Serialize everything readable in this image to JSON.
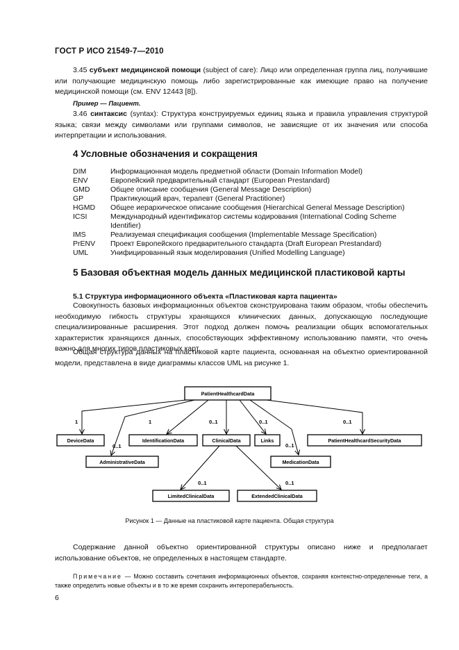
{
  "header": {
    "standard": "ГОСТ Р ИСО 21549-7—2010"
  },
  "s345": {
    "num": "3.45",
    "term": "субъект медицинской помощи",
    "eng": "(subject of care):",
    "body": " Лицо или определенная группа лиц, получившие или получающие медицинскую помощь либо зарегистрированные как имеющие право на получение медицинской помощи (см. ENV 12443 [8])."
  },
  "example": "Пример — Пациент.",
  "s346": {
    "num": "3.46",
    "term": "синтаксис",
    "eng": "(syntax):",
    "body": " Структура конструируемых единиц языка и правила управления структурой языка; связи между символами или группами символов, не зависящие от их значения или способа интерпретации и использования."
  },
  "section4": {
    "title": "4  Условные обозначения и сокращения"
  },
  "abbreviations": [
    {
      "k": "DIM",
      "v": "Информационная модель предметной области (Domain Information Model)"
    },
    {
      "k": "ENV",
      "v": "Европейский предварительный стандарт (European Prestandard)"
    },
    {
      "k": "GMD",
      "v": "Общее описание сообщения (General Message Description)"
    },
    {
      "k": "GP",
      "v": "Практикующий врач, терапевт (General Practitioner)"
    },
    {
      "k": "HGMD",
      "v": "Общее иерархическое описание сообщения (Hierarchical General Message Description)"
    },
    {
      "k": "ICSI",
      "v": "Международный идентификатор системы кодирования (International Coding Scheme Identifier)"
    },
    {
      "k": "IMS",
      "v": "Реализуемая спецификация сообщения (Implementable Message Specification)"
    },
    {
      "k": "PrENV",
      "v": "Проект Европейского предварительного стандарта (Draft European Prestandard)"
    },
    {
      "k": "UML",
      "v": "Унифицированный язык моделирования (Unified Modelling Language)"
    }
  ],
  "section5": {
    "title": "5  Базовая объектная модель данных медицинской пластиковой карты"
  },
  "section51": {
    "title": "5.1  Структура информационного объекта «Пластиковая карта пациента»"
  },
  "p1": "Совокупность базовых информационных объектов сконструирована таким образом, чтобы обеспечить необходимую гибкость структуры хранящихся клинических данных, допускающую последующие специализированные расширения. Этот подход должен помочь реализации общих вспомогательных характеристик хранящихся данных, способствующих эффективному использованию памяти, что очень важно для многих типов пластиковых карт.",
  "p2": "Общая структура данных на пластиковой карте пациента, основанная на объектно ориентированной модели, представлена в виде диаграммы классов UML на рисунке 1.",
  "diagram": {
    "root": "PatientHealthcardData",
    "device": "DeviceData",
    "administrative": "AdministrativeData",
    "identification": "IdentificationData",
    "clinical": "ClinicalData",
    "links": "Links",
    "medication": "MedicationData",
    "security": "PatientHealthcardSecurityData",
    "limited": "LimitedClinicalData",
    "extended": "ExtendedClinicalData",
    "m_device": "1",
    "m_admin": "0..1",
    "m_ident": "1",
    "m_clinical": "0..1",
    "m_links": "0..1",
    "m_medication": "0..1",
    "m_security": "0..1",
    "m_limited": "0..1",
    "m_extended": "0..1"
  },
  "caption": "Рисунок 1 — Данные на пластиковой карте пациента. Общая структура",
  "p3": "Содержание данной объектно ориентированной структуры описано ниже и предполагает использование объектов, не определенных в настоящем стандарте.",
  "note": {
    "label": "Примечание",
    "text": " — Можно составить сочетания информационных объектов, сохраняя контекстно-определенные теги, а также определить новые объекты и в то же время сохранить интероперабельность."
  },
  "page_number": "6"
}
